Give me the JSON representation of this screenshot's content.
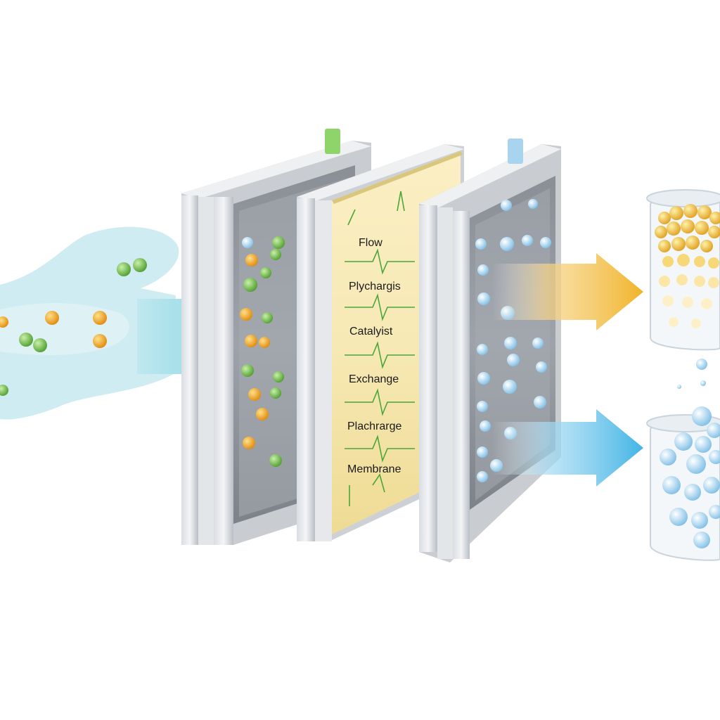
{
  "center_panel": {
    "labels": [
      "Flow",
      "Plychargis",
      "Catalyist",
      "Exchange",
      "Plachrarge",
      "Membrane"
    ]
  },
  "particle_colors": {
    "green": "#6cc24a",
    "orange": "#f2a516",
    "blue": "#8cc8ee"
  },
  "stream_colors": {
    "inflow": "#7fd0e0",
    "product_top": "#f0b429",
    "product_bottom": "#42b4e6"
  },
  "icons": {
    "top_left_marker": "green-filter-icon",
    "top_right_marker": "blue-droplet-icon"
  }
}
